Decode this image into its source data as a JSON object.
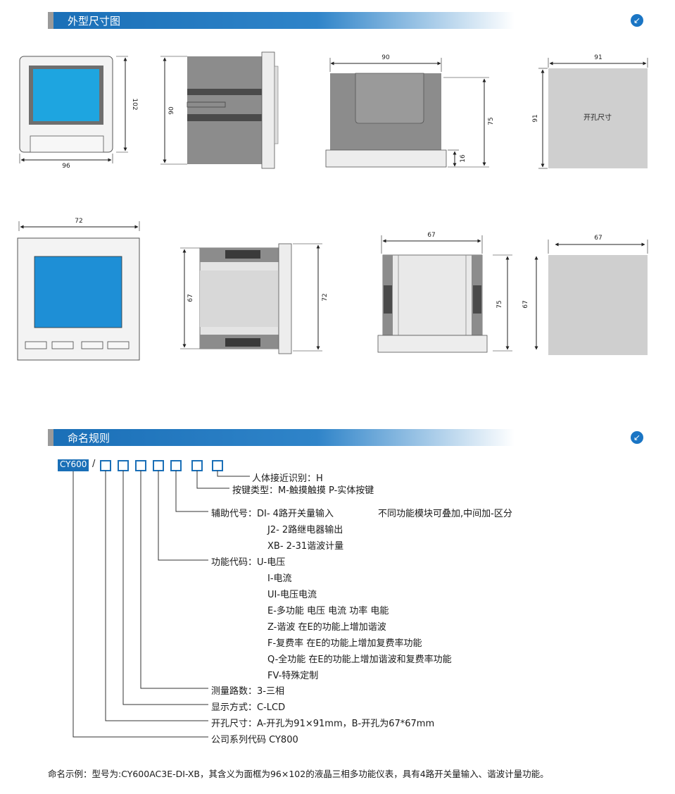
{
  "sections": {
    "dimensions_title": "外型尺寸图",
    "naming_title": "命名规则",
    "badge_icon": "arrow-down-left-icon"
  },
  "top_row": {
    "front_width": "96",
    "front_height": "102",
    "side_depth": "90",
    "top_width": "90",
    "top_body": "75",
    "top_flange": "16",
    "cutout_width": "91",
    "cutout_height": "91",
    "cutout_label": "开孔尺寸"
  },
  "bottom_row": {
    "front_width": "72",
    "side_height_left": "67",
    "side_height_right": "72",
    "top_width": "67",
    "top_body": "75",
    "top_height": "67",
    "cutout_width": "67"
  },
  "naming": {
    "model": "CY600",
    "slash": "/",
    "lines": [
      "人体接近识别：H",
      "按键类型：M-触摸触摸   P-实体按键",
      "辅助代号：DI- 4路开关量输入",
      "不同功能模块可叠加,中间加-区分",
      "J2- 2路继电器输出",
      "XB- 2-31谐波计量",
      "功能代码：U-电压",
      "I-电流",
      "UI-电压电流",
      "E-多功能 电压 电流 功率 电能",
      "Z-谐波 在E的功能上增加谐波",
      "F-复费率 在E的功能上增加复费率功能",
      "Q-全功能 在E的功能上增加谐波和复费率功能",
      "FV-特殊定制",
      "测量路数：3-三相",
      "显示方式：C-LCD",
      "开孔尺寸：A-开孔为91×91mm，B-开孔为67*67mm",
      "公司系列代码 CY800"
    ],
    "example": "命名示例：型号为:CY600AC3E-DI-XB，其含义为面框为96×102的液晶三相多功能仪表，具有4路开关量输入、谐波计量功能。"
  },
  "colors": {
    "section_blue": "#1a6fb7",
    "screen_blue": "#1ea5e0",
    "housing_gray": "#8c8c8c",
    "dark_band": "#4a4a4a"
  }
}
